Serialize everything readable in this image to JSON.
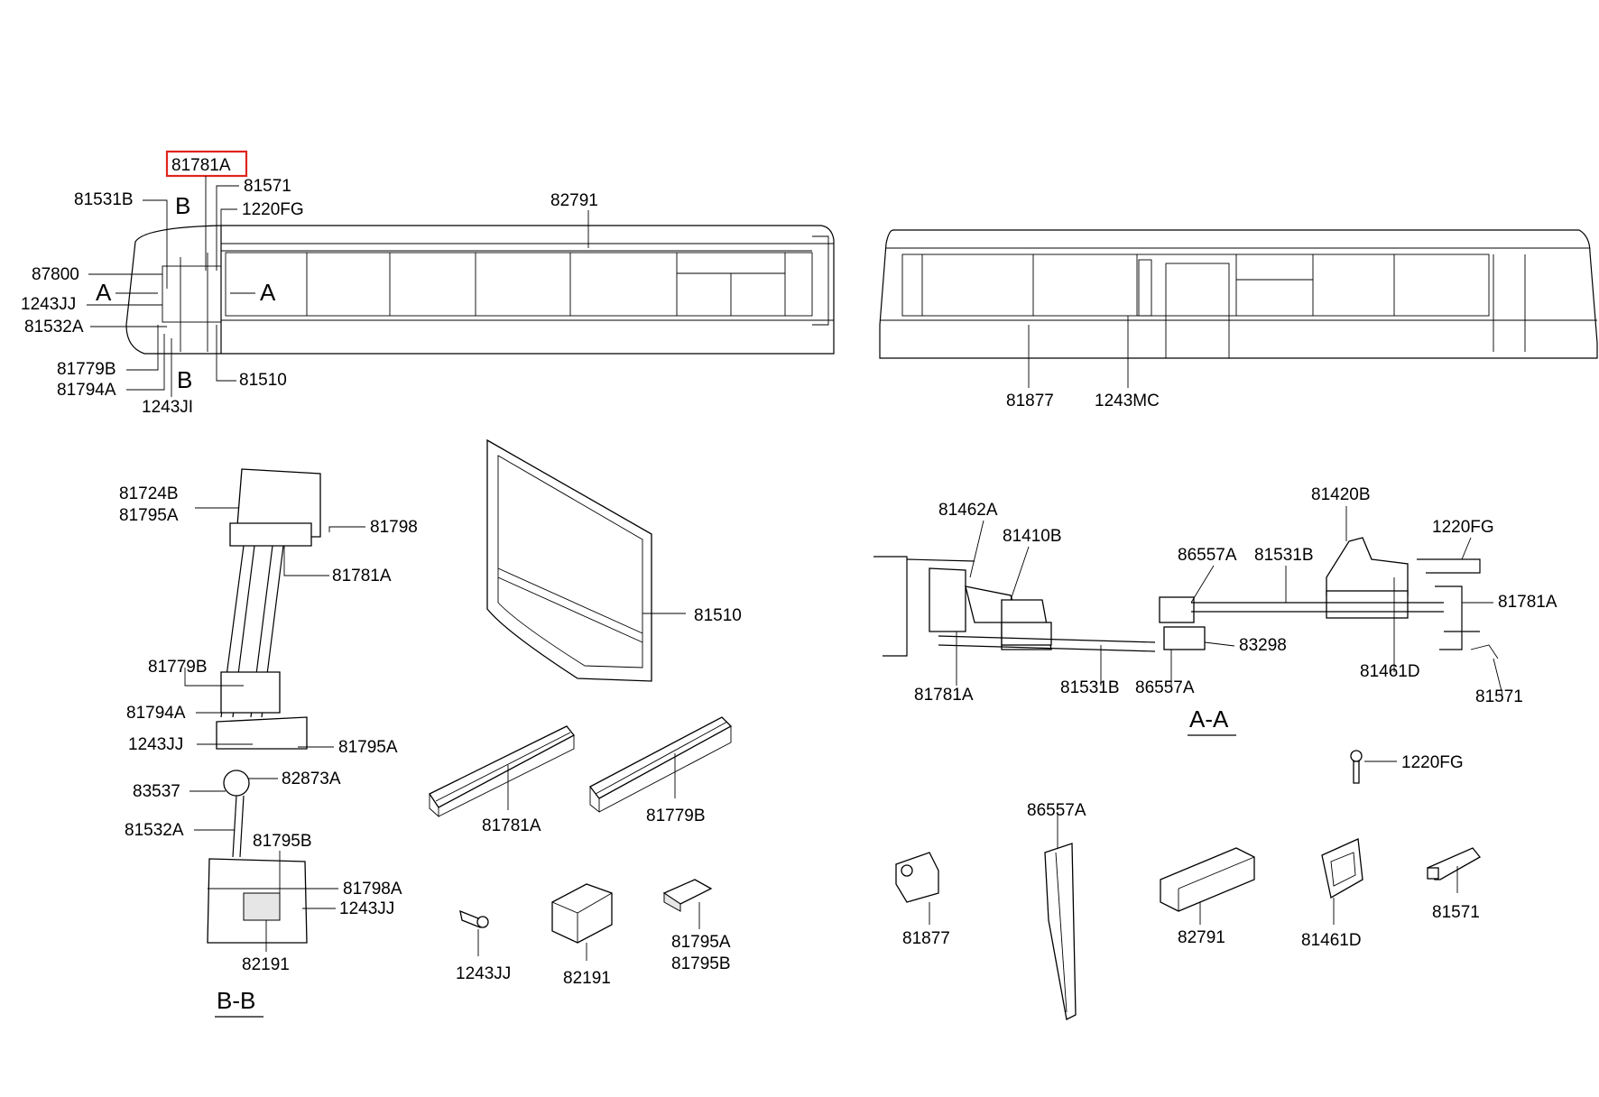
{
  "colors": {
    "highlight": "#e0241b",
    "line": "#000000",
    "background": "#ffffff"
  },
  "highlighted_part": "81781A",
  "bus_left": {
    "highlight_label": "81781A",
    "labels": [
      "81571",
      "1220FG",
      "81531B",
      "82791",
      "87800",
      "1243JJ",
      "81532A",
      "81779B",
      "81794A",
      "1243JI",
      "81510"
    ],
    "section_marks": [
      "A",
      "A",
      "B",
      "B"
    ]
  },
  "bus_right": {
    "labels": [
      "81877",
      "1243MC"
    ]
  },
  "section_bb": {
    "title": "B-B",
    "labels": [
      "81724B",
      "81795A",
      "81798",
      "81781A",
      "81779B",
      "81794A",
      "1243JJ",
      "81795A",
      "82873A",
      "83537",
      "81532A",
      "81795B",
      "81798A",
      "1243JJ",
      "82191"
    ]
  },
  "section_aa": {
    "title": "A-A",
    "labels": [
      "81420B",
      "81462A",
      "81410B",
      "1220FG",
      "86557A",
      "81531B",
      "81781A",
      "83298",
      "81461D",
      "81781A",
      "81531B",
      "86557A",
      "81571"
    ]
  },
  "parts": {
    "window": "81510",
    "rail_a": "81781A",
    "rail_b": "81779B",
    "screw_a": "1243JJ",
    "block": "82191",
    "pad_label_a": "81795A",
    "pad_label_b": "81795B",
    "screw_b": "1220FG",
    "clip": "81877",
    "strip": "86557A",
    "bar": "82791",
    "bracket": "81461D",
    "hook": "81571"
  }
}
